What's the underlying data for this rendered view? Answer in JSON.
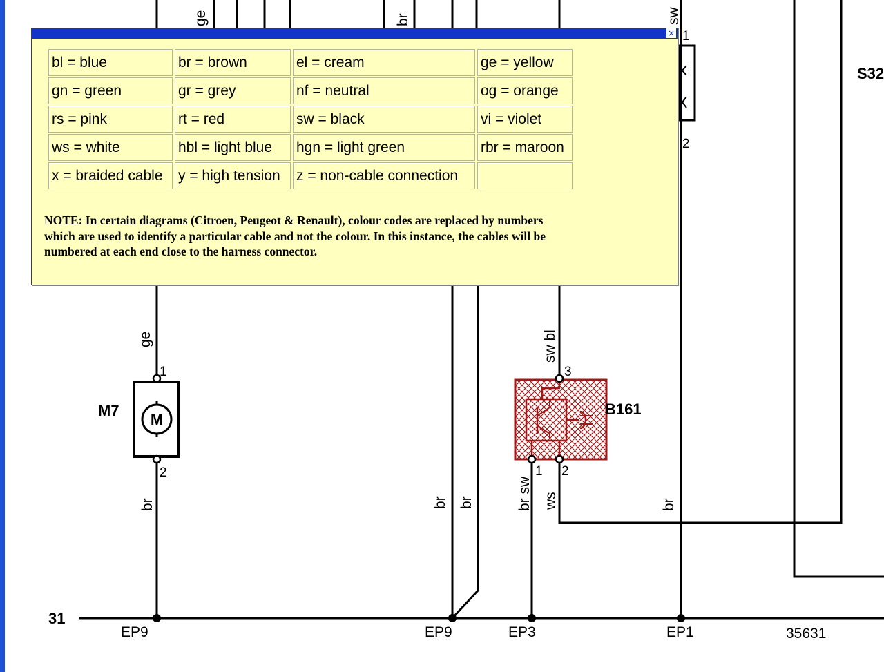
{
  "diagram": {
    "ground_label": "31",
    "components": {
      "m7": {
        "id": "M7",
        "symbol": "M",
        "pin_top": "1",
        "pin_bottom": "2"
      },
      "b161": {
        "id": "B161",
        "pin_top": "3",
        "pin_left": "1",
        "pin_right": "2"
      },
      "s32": {
        "id": "S32",
        "pin_1": "1",
        "pin_2": "2"
      }
    },
    "wire_labels": {
      "top_ge": "ge",
      "top_br": "br",
      "top_sw": "sw",
      "m7_in": "ge",
      "m7_out": "br",
      "ep9b_left": "br",
      "ep9b_right": "br",
      "b161_in": "sw bl",
      "b161_out_left": "br sw",
      "b161_out_right": "ws",
      "ep1_wire": "br"
    },
    "earth_points": [
      "EP9",
      "EP9",
      "EP3",
      "EP1"
    ],
    "reference": "35631"
  },
  "legend": {
    "rows": [
      [
        "bl = blue",
        "br = brown",
        "el = cream",
        "ge = yellow"
      ],
      [
        "gn = green",
        "gr = grey",
        "nf = neutral",
        "og = orange"
      ],
      [
        "rs = pink",
        "rt = red",
        "sw = black",
        "vi = violet"
      ],
      [
        "ws = white",
        "hbl = light blue",
        "hgn = light green",
        "rbr = maroon"
      ],
      [
        "x = braided cable",
        "y = high tension",
        "z = non-cable connection",
        ""
      ]
    ],
    "note_lines": [
      "NOTE: In certain diagrams (Citroen, Peugeot & Renault), colour codes are replaced by numbers",
      "which are used to identify a particular cable and not the colour. In this instance, the cables will be",
      "numbered at each end close to the harness connector."
    ],
    "close_glyph": "×"
  },
  "colors": {
    "frame": "#1f4fd6",
    "titlebar": "#1234c8",
    "popup_bg": "#ffffc0",
    "sensor_hatch": "#a01818"
  }
}
